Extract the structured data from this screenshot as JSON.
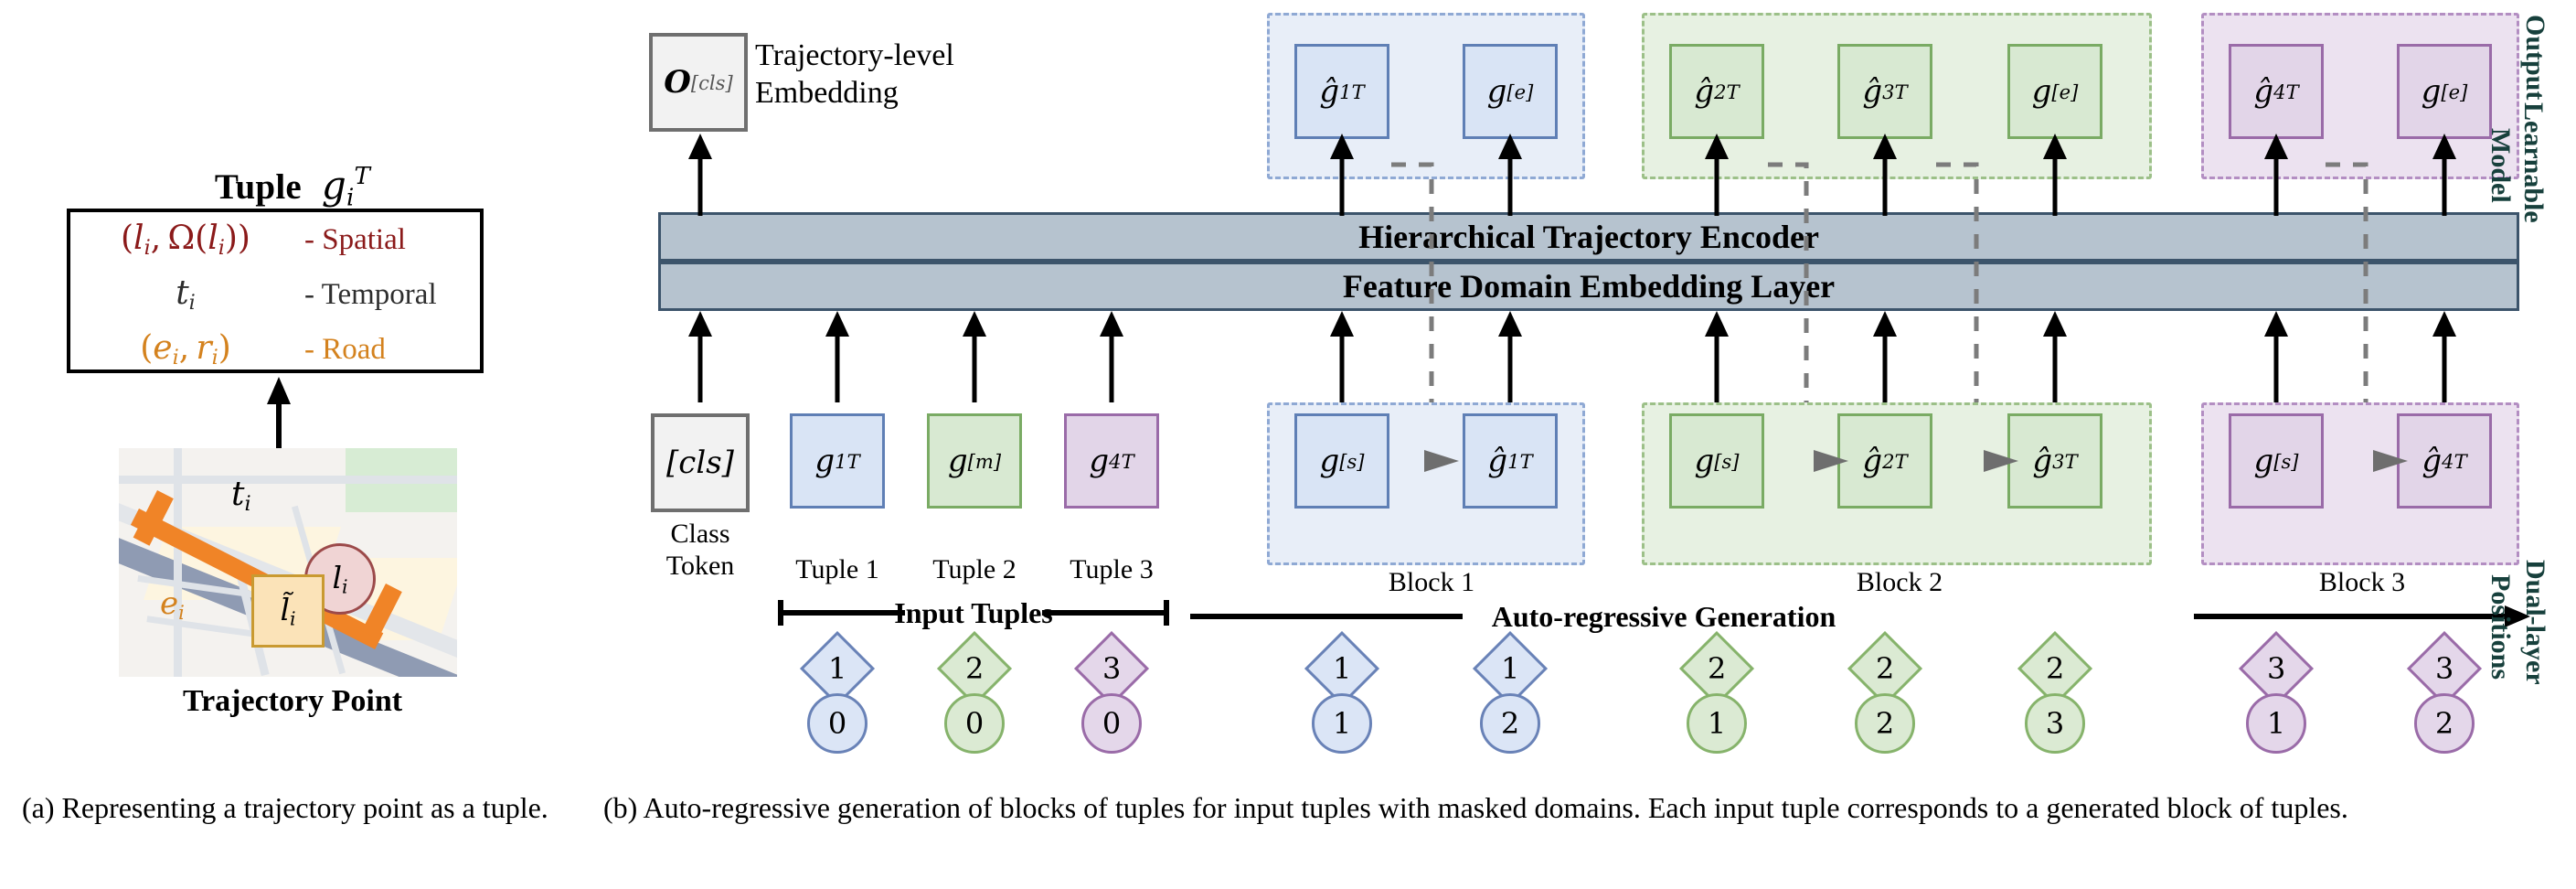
{
  "panel_a": {
    "tuple_title": "Tuple",
    "tuple_symbol_g": "g",
    "tuple_symbol_sub": "i",
    "tuple_symbol_sup": "T",
    "rows": [
      {
        "math": "(l_i, Ω(l_i))",
        "label": "- Spatial",
        "color": "#8b1a1a"
      },
      {
        "math": "t_i",
        "label": "- Temporal",
        "color": "#2e2e2e"
      },
      {
        "math": "(e_i, r_i)",
        "label": "- Road",
        "color": "#d4821e"
      }
    ],
    "map_labels": {
      "t": "t",
      "t_sub": "i",
      "e": "e",
      "e_sub": "i",
      "l_circle": "l",
      "l_circle_sub": "i",
      "l_tilde": "l̃",
      "l_tilde_sub": "i"
    },
    "map_caption": "Trajectory Point",
    "figure_caption": "(a) Representing a trajectory point as a tuple."
  },
  "panel_b": {
    "cls_output": {
      "symbol": "O",
      "sub": "[cls]"
    },
    "cls_output_label_line1": "Trajectory-level",
    "cls_output_label_line2": "Embedding",
    "encoder_bars": [
      "Hierarchical Trajectory Encoder",
      "Feature Domain Embedding Layer"
    ],
    "input_tokens": [
      {
        "text": "[cls]",
        "style": "gray",
        "caption_line1": "Class",
        "caption_line2": "Token"
      },
      {
        "text": "g₁ᵀ",
        "base": "g",
        "sub": "1",
        "sup": "T",
        "hat": false,
        "style": "blue",
        "caption_line1": "Tuple 1",
        "caption_line2": ""
      },
      {
        "text": "g[m]",
        "base": "g",
        "sub": "[m]",
        "sup": "",
        "hat": false,
        "style": "green",
        "caption_line1": "Tuple 2",
        "caption_line2": ""
      },
      {
        "text": "g₄ᵀ",
        "base": "g",
        "sub": "4",
        "sup": "T",
        "hat": false,
        "style": "purple",
        "caption_line1": "Tuple 3",
        "caption_line2": ""
      }
    ],
    "input_tuples_label": "Input Tuples",
    "autoregressive_label": "Auto-regressive Generation",
    "blocks": [
      {
        "name": "Block 1",
        "style": "blue",
        "inputs": [
          {
            "base": "g",
            "sub": "[s]",
            "sup": "",
            "hat": false
          },
          {
            "base": "g",
            "sub": "1",
            "sup": "T",
            "hat": true
          }
        ],
        "outputs": [
          {
            "base": "g",
            "sub": "1",
            "sup": "T",
            "hat": true
          },
          {
            "base": "g",
            "sub": "[e]",
            "sup": "",
            "hat": false
          }
        ],
        "positions": [
          {
            "diamond": "1",
            "circle": "1"
          },
          {
            "diamond": "1",
            "circle": "2"
          }
        ]
      },
      {
        "name": "Block 2",
        "style": "green",
        "inputs": [
          {
            "base": "g",
            "sub": "[s]",
            "sup": "",
            "hat": false
          },
          {
            "base": "g",
            "sub": "2",
            "sup": "T",
            "hat": true
          },
          {
            "base": "g",
            "sub": "3",
            "sup": "T",
            "hat": true
          }
        ],
        "outputs": [
          {
            "base": "g",
            "sub": "2",
            "sup": "T",
            "hat": true
          },
          {
            "base": "g",
            "sub": "3",
            "sup": "T",
            "hat": true
          },
          {
            "base": "g",
            "sub": "[e]",
            "sup": "",
            "hat": false
          }
        ],
        "positions": [
          {
            "diamond": "2",
            "circle": "1"
          },
          {
            "diamond": "2",
            "circle": "2"
          },
          {
            "diamond": "2",
            "circle": "3"
          }
        ]
      },
      {
        "name": "Block 3",
        "style": "purple",
        "inputs": [
          {
            "base": "g",
            "sub": "[s]",
            "sup": "",
            "hat": false
          },
          {
            "base": "g",
            "sub": "4",
            "sup": "T",
            "hat": true
          }
        ],
        "outputs": [
          {
            "base": "g",
            "sub": "4",
            "sup": "T",
            "hat": true
          },
          {
            "base": "g",
            "sub": "[e]",
            "sup": "",
            "hat": false
          }
        ],
        "positions": [
          {
            "diamond": "3",
            "circle": "1"
          },
          {
            "diamond": "3",
            "circle": "2"
          }
        ]
      }
    ],
    "input_positions": [
      {
        "diamond": "1",
        "circle": "0",
        "style": "blue"
      },
      {
        "diamond": "2",
        "circle": "0",
        "style": "green"
      },
      {
        "diamond": "3",
        "circle": "0",
        "style": "purple"
      }
    ],
    "side_labels": {
      "output": "Output",
      "model_line1": "Learnable",
      "model_line2": "Model",
      "positions_line1": "Dual-layer",
      "positions_line2": "Positions"
    },
    "figure_caption": "(b) Auto-regressive generation of blocks of tuples for input tuples with masked domains. Each input tuple corresponds to a generated block of tuples."
  },
  "colors": {
    "blue_fill": "#d9e4f5",
    "blue_stroke": "#5f7fb5",
    "green_fill": "#d8e9d2",
    "green_stroke": "#7aab64",
    "purple_fill": "#e2d5e8",
    "purple_stroke": "#9a6ba8",
    "gray_fill": "#f2f2f2",
    "gray_stroke": "#6f6f6f",
    "bar_fill": "#b6c3cf",
    "bar_stroke": "#3c546b",
    "side_label": "#17403c",
    "spatial": "#8b1a1a",
    "road": "#d4821e"
  }
}
